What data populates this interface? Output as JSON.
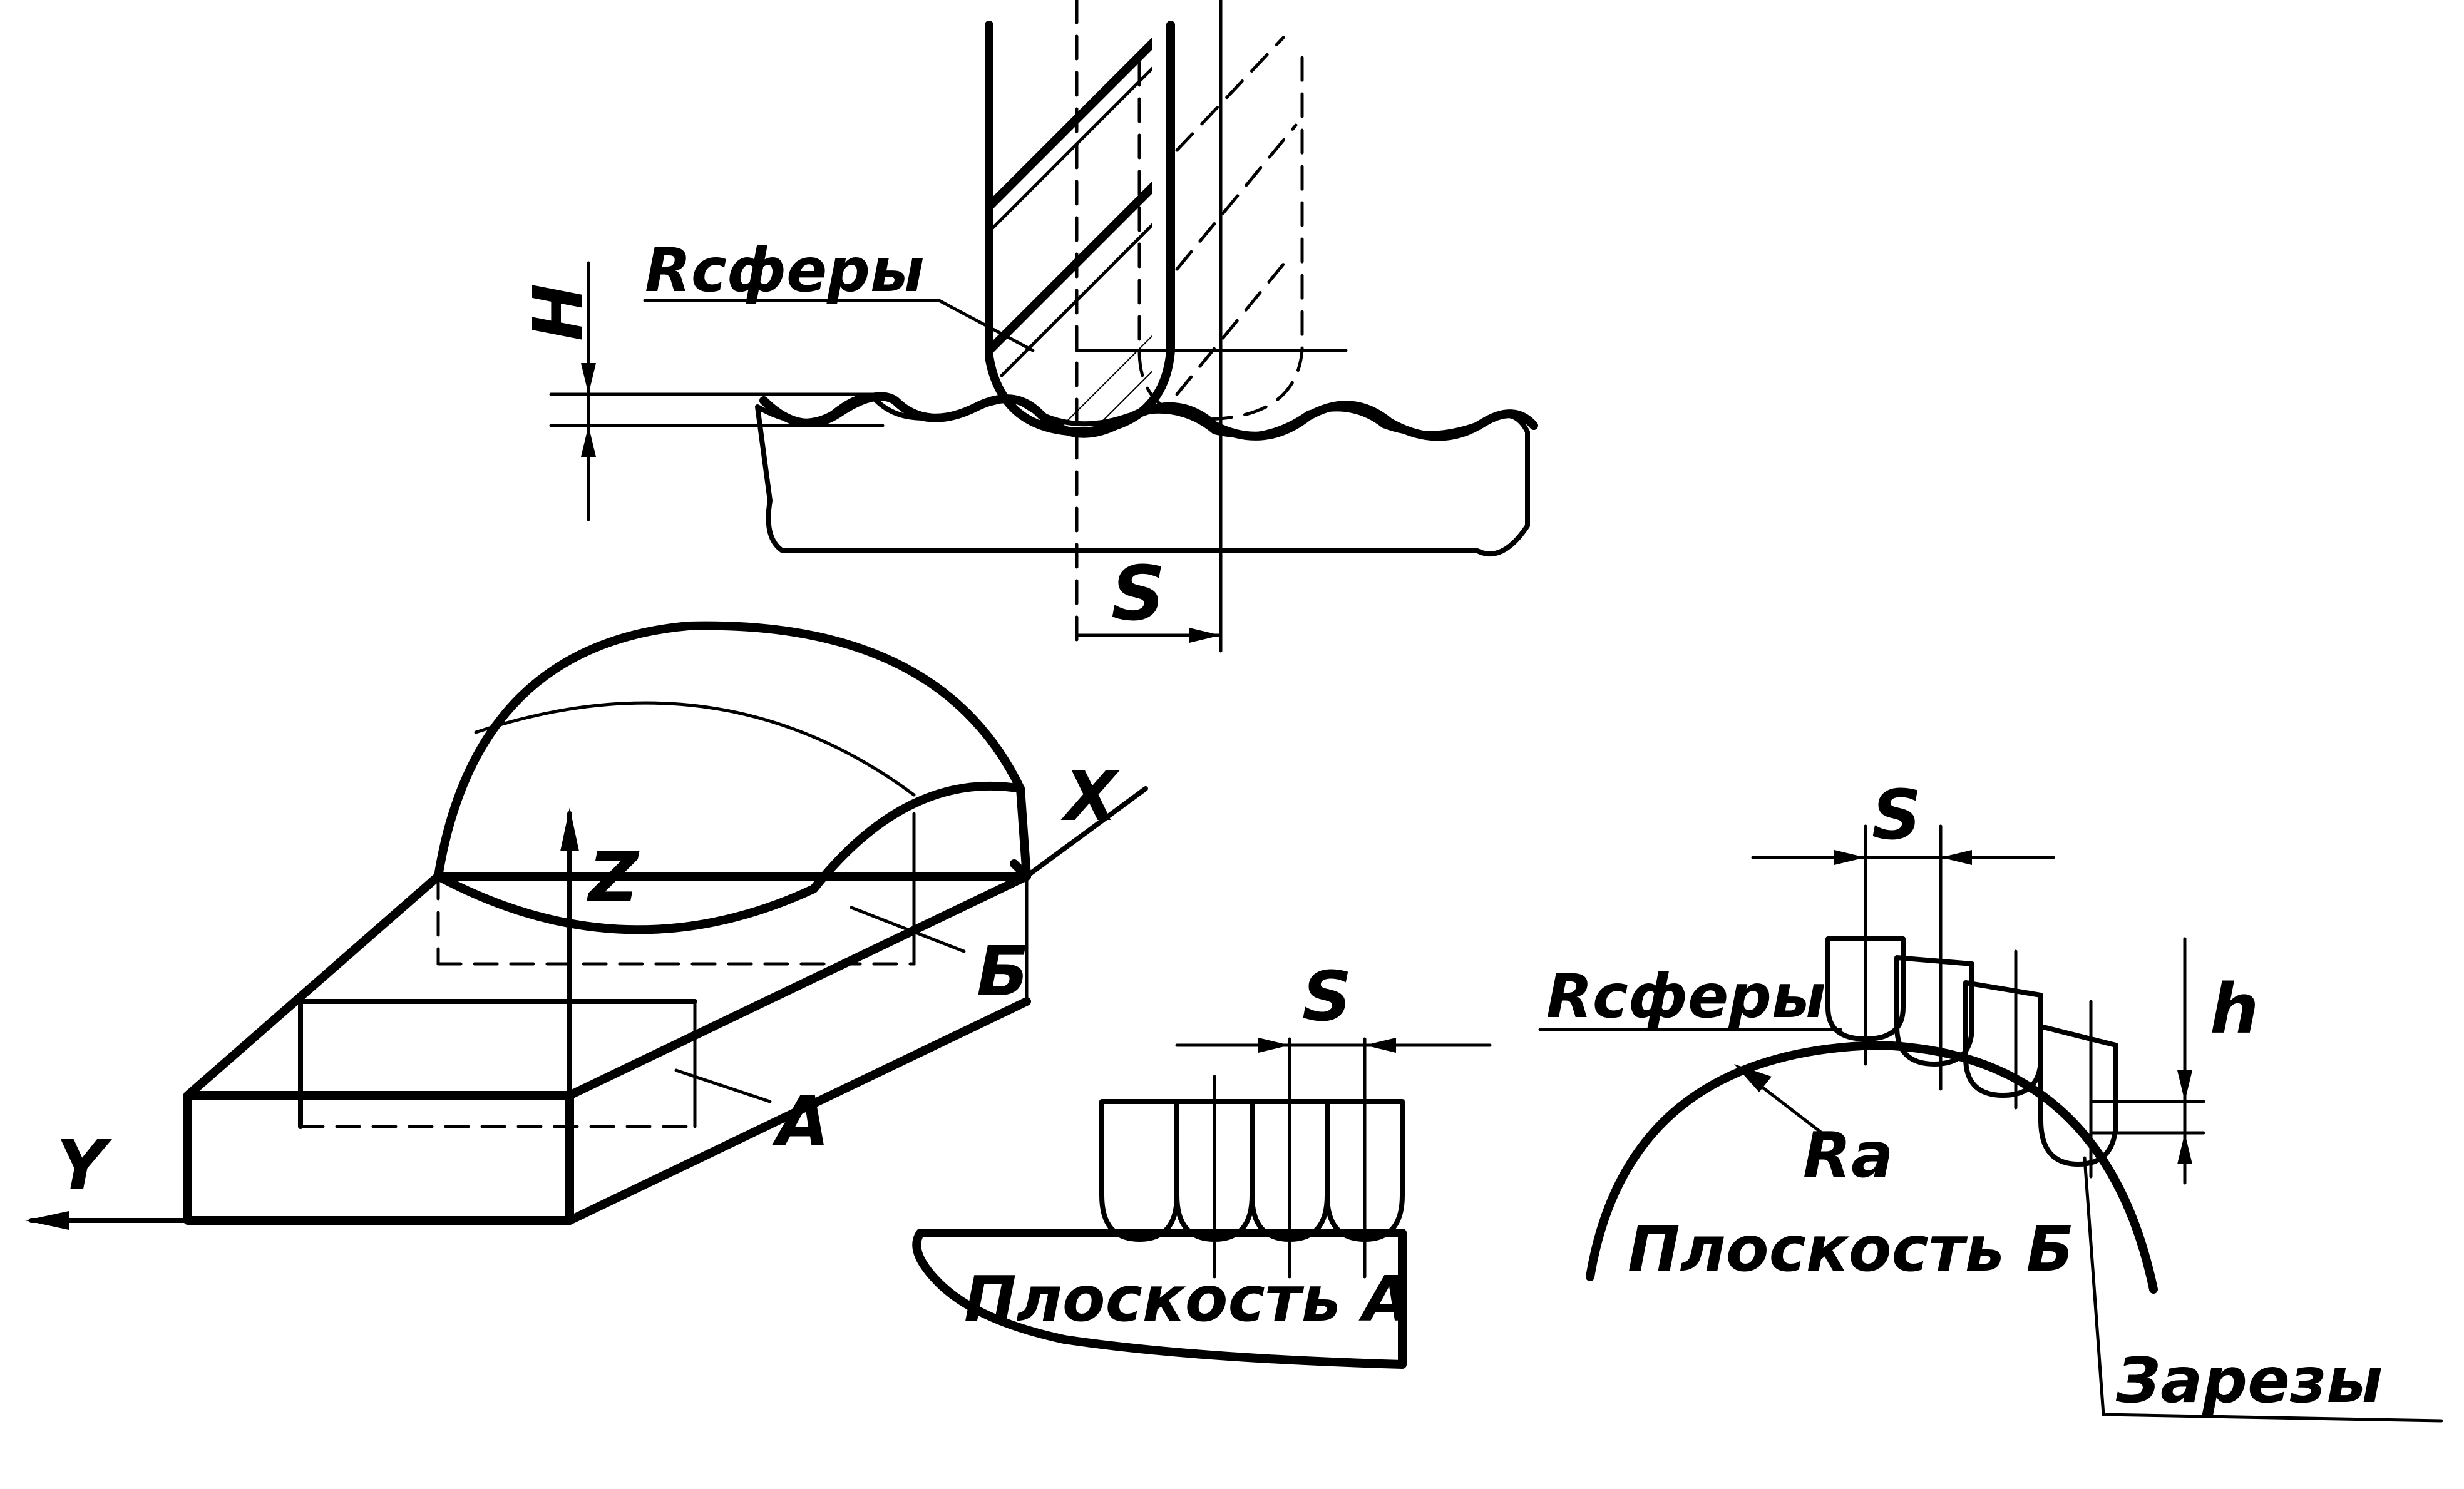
{
  "labels": {
    "r_sphere_top": "Rсферы",
    "h_upper": "H",
    "s_top": "S",
    "axis_z": "Z",
    "axis_x": "X",
    "axis_y": "Y",
    "plane_b_marker": "Б",
    "plane_a_marker": "A",
    "s_plane_a": "S",
    "plane_a_caption": "Плоскость A",
    "s_plane_b": "S",
    "r_sphere_right": "Rсферы",
    "h_lower": "h",
    "ra_label": "Ra",
    "plane_b_caption": "Плоскость Б",
    "notches_caption": "Зарезы"
  },
  "colors": {
    "ink": "#000000",
    "paper": "#ffffff"
  }
}
